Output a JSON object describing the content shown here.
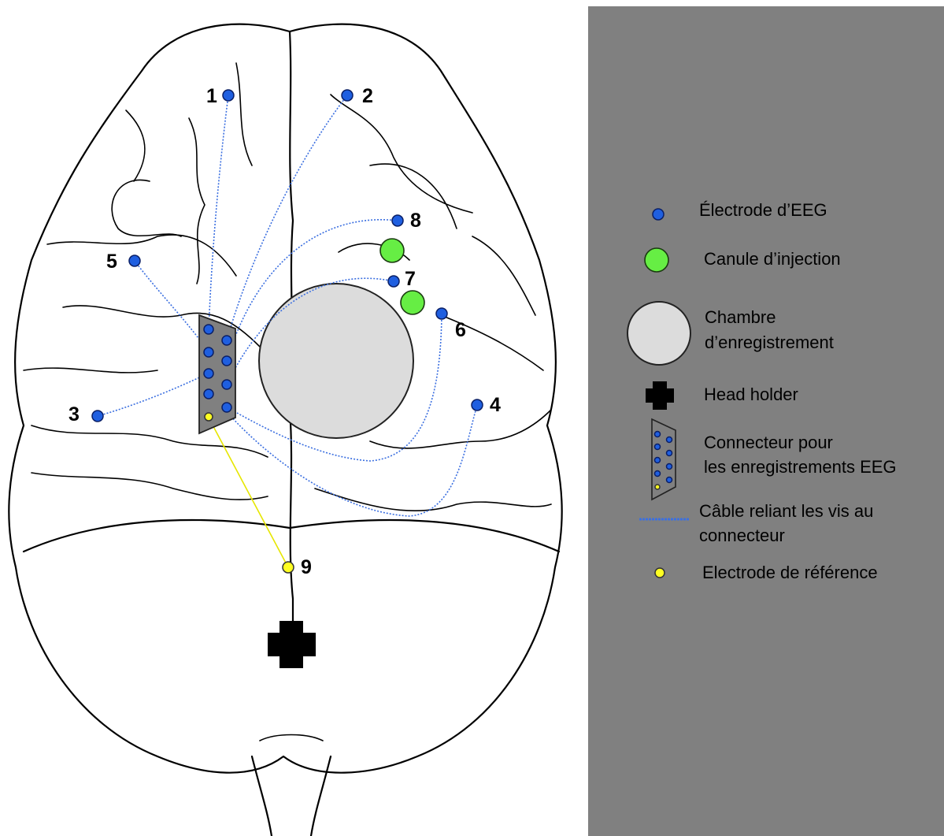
{
  "electrode_labels": [
    "1",
    "2",
    "3",
    "4",
    "5",
    "6",
    "7",
    "8",
    "9"
  ],
  "legend": {
    "eeg_electrode": "Électrode d’EEG",
    "injection_cannula": "Canule d’injection",
    "chamber_line1": "Chambre",
    "chamber_line2": "d’enregistrement",
    "head_holder": "Head holder",
    "connector_line1": "Connecteur pour",
    "connector_line2": "les enregistrements EEG",
    "cable_line1": "Câble reliant les vis au",
    "cable_line2": "connecteur",
    "reference_electrode": "Electrode de référence"
  },
  "colors": {
    "eeg_electrode": "#1f5fe0",
    "injection_cannula": "#66ee44",
    "recording_chamber": "#dcdcdc",
    "reference_electrode": "#ffff22",
    "connector": "#808080",
    "cable": "#3b6fe0",
    "legend_panel": "#808080"
  }
}
